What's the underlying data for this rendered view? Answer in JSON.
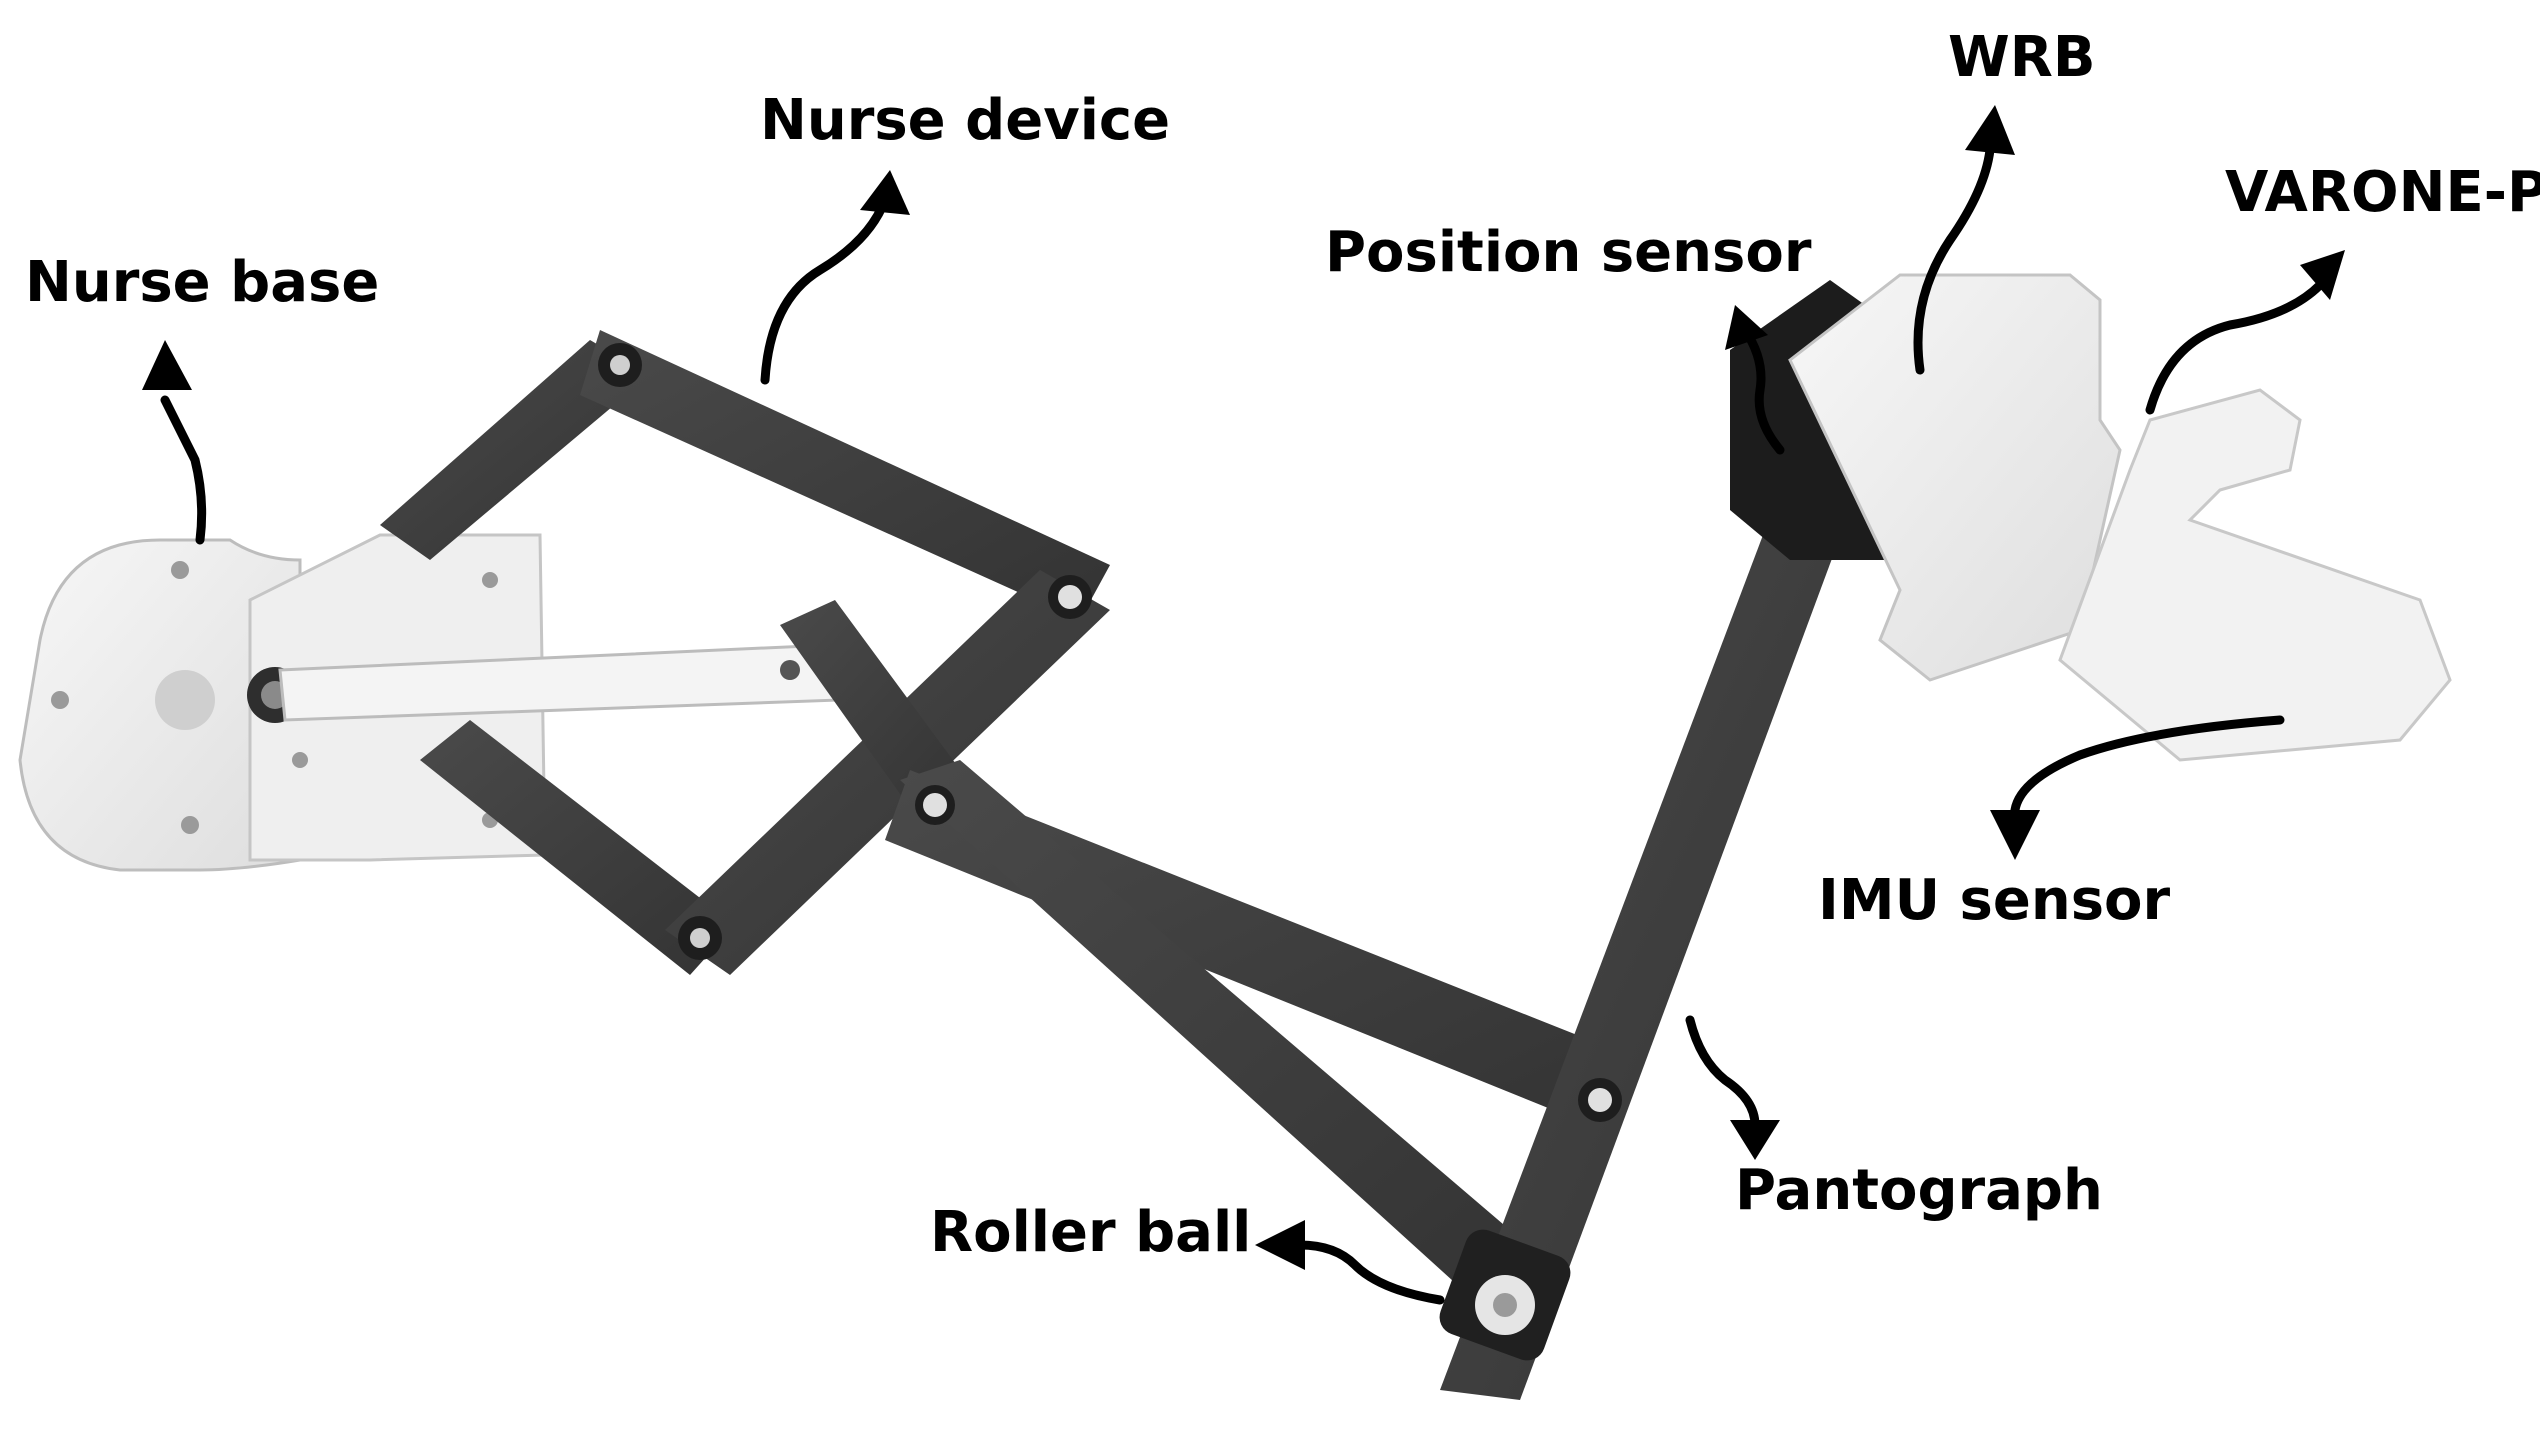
{
  "labels": {
    "nurse_base": "Nurse base",
    "nurse_device": "Nurse device",
    "position_sensor": "Position sensor",
    "wrb": "WRB",
    "varone_p": "VARONE-P",
    "imu_sensor": "IMU sensor",
    "pantograph": "Pantograph",
    "roller_ball": "Roller ball"
  },
  "colors": {
    "background": "#ffffff",
    "link": "#3c3c3c",
    "base_plate": "#efefef",
    "text": "#000000"
  }
}
